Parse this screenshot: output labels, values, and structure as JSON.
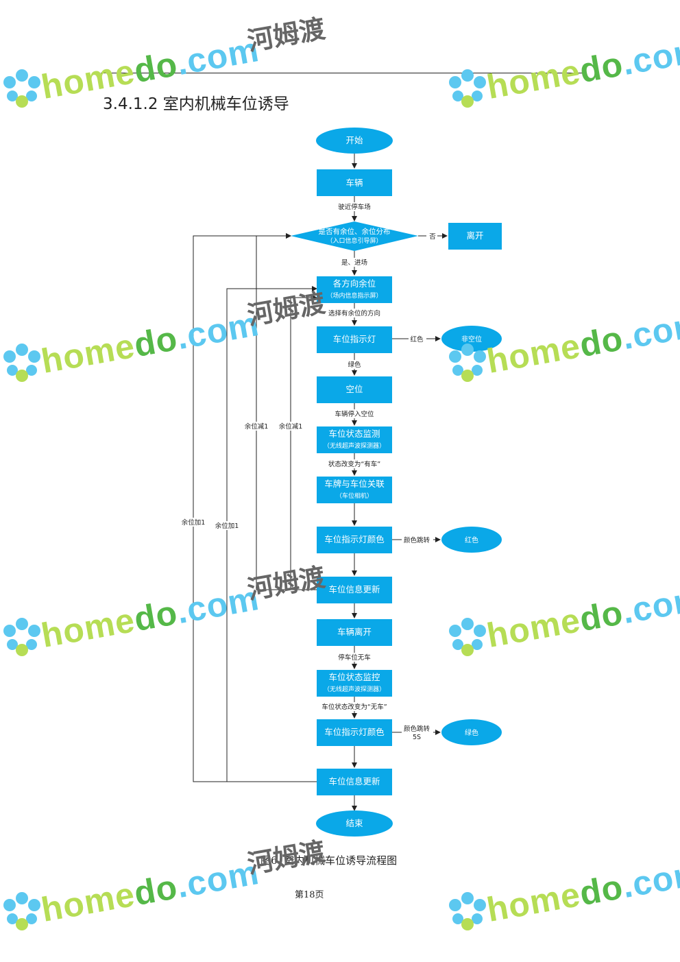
{
  "heading": "3.4.1.2 室内机械车位诱导",
  "caption": "图6. 室内机械车位诱导流程图",
  "page_number": "第18页",
  "watermark": {
    "brand_a": "home",
    "brand_b": "do",
    "brand_c": ".com",
    "cn": "河姆渡"
  },
  "colors": {
    "node": "#0aa8e8",
    "line": "#222222"
  },
  "flow": {
    "start": "开始",
    "vehicle": "车辆",
    "e_approach": "驶近停车场",
    "decision": "是否有余位、余位分布",
    "decision_sub": "（入口信息引导屏）",
    "e_no": "否",
    "leave": "离开",
    "e_yes": "是、进场",
    "directions": "各方向余位",
    "directions_sub": "（场内信息指示屏）",
    "e_choose": "选择有余位的方向",
    "indicator": "车位指示灯",
    "e_red": "红色",
    "occupied": "非空位",
    "e_green": "绿色",
    "empty": "空位",
    "e_park": "车辆停入空位",
    "monitor1": "车位状态监测",
    "monitor1_sub": "（无线超声波探测器）",
    "e_has_car": "状态改变为“有车”",
    "plate": "车牌与车位关联",
    "plate_sub": "（车位相机）",
    "indicator_color1": "车位指示灯颜色",
    "e_color_jump1": "颜色跳转",
    "red": "红色",
    "update1": "车位信息更新",
    "vehicle_leave": "车辆离开",
    "e_no_car": "停车位无车",
    "monitor2": "车位状态监控",
    "monitor2_sub": "（无线超声波探测器）",
    "e_state_no_car": "车位状态改变为“无车”",
    "indicator_color2": "车位指示灯颜色",
    "e_color_jump2": "颜色跳转",
    "e_color_jump2_b": "5S",
    "green": "绿色",
    "update2": "车位信息更新",
    "end": "结束",
    "minus1_a": "余位减1",
    "minus1_b": "余位减1",
    "plus1_a": "余位加1",
    "plus1_b": "余位加1"
  }
}
